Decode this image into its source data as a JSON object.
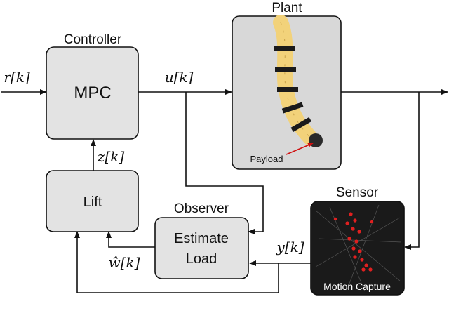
{
  "blocks": {
    "controller": {
      "title": "Controller",
      "label": "MPC"
    },
    "plant": {
      "title": "Plant",
      "payload_label": "Payload"
    },
    "lift": {
      "label": "Lift"
    },
    "observer": {
      "title": "Observer",
      "label_line1": "Estimate",
      "label_line2": "Load"
    },
    "sensor": {
      "title": "Sensor",
      "caption": "Motion Capture"
    }
  },
  "signals": {
    "reference": "r[k]",
    "input": "u[k]",
    "lifted_state": "z[k]",
    "measurement": "y[k]",
    "load_estimate": "ŵ[k]"
  },
  "colors": {
    "block_fill": "#e3e3e3",
    "plant_bg": "#d8d8d8",
    "robot_yellow": "#f2d27a",
    "sensor_bg": "#1a1a1a",
    "marker_red": "#e02020",
    "payload_pointer": "#d01010"
  }
}
